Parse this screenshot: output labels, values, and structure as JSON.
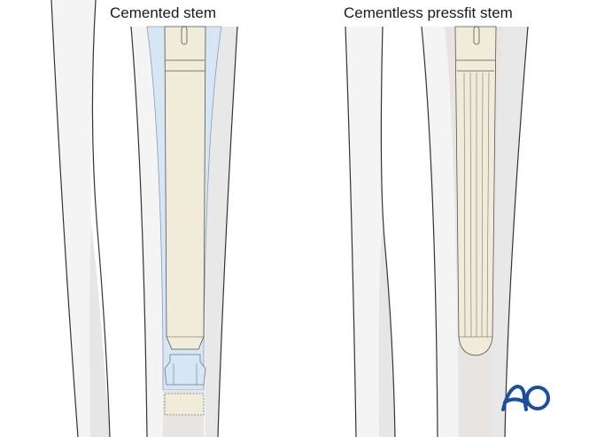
{
  "panels": [
    {
      "title": "Cemented stem",
      "components": [
        "bone-cortex",
        "cement-mantle",
        "stem",
        "centralizer",
        "cement-restrictor"
      ]
    },
    {
      "title": "Cementless pressfit stem",
      "components": [
        "bone-cortex",
        "fluted-stem"
      ]
    }
  ],
  "logo": {
    "text": "AO",
    "color": "#1a4fa0"
  },
  "colors": {
    "bone": "#f4f4f4",
    "bone_shade": "#e6e6e6",
    "cement": "#d6e6f5",
    "stem": "#f1ebd9",
    "canal": "#e8e4e2",
    "outline": "#333333"
  }
}
